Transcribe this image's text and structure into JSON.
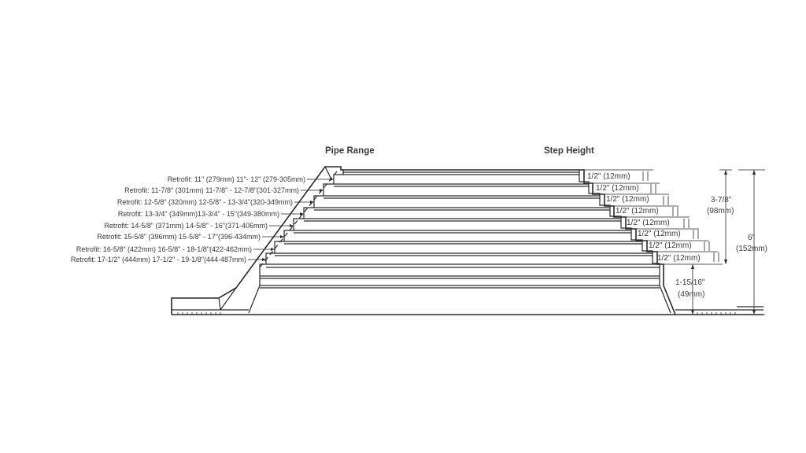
{
  "headers": {
    "pipe_range": "Pipe Range",
    "step_height": "Step Height"
  },
  "rows": [
    {
      "label": "Retrofit: 11\" (279mm)  11\"- 12\" (279-305mm)",
      "step": "1/2\" (12mm)"
    },
    {
      "label": "Retrofit: 11-7/8\" (301mm)  11-7/8\" - 12-7/8\"(301-327mm)",
      "step": "1/2\" (12mm)"
    },
    {
      "label": "Retrofit: 12-5/8\" (320mm)  12-5/8\" - 13-3/4\"(320-349mm)",
      "step": "1/2\" (12mm)"
    },
    {
      "label": "Retrofit: 13-3/4\" (349mm)13-3/4\" - 15\"(349-380mm)",
      "step": "1/2\" (12mm)"
    },
    {
      "label": "Retrofit: 14-5/8\" (371mm)  14-5/8\" - 16\"(371-406mm)",
      "step": "1/2\" (12mm)"
    },
    {
      "label": "Retrofit: 15-5/8\" (396mm) 15-5/8\" - 17\"(396-434mm)",
      "step": "1/2\" (12mm)"
    },
    {
      "label": "Retrofit: 16-5/8\" (422mm)  16-5/8\" - 18-1/8\"(422-462mm)",
      "step": "1/2\" (12mm)"
    },
    {
      "label": "Retrofit: 17-1/2\" (444mm) 17-1/2\" - 19-1/8\"(444-487mm)",
      "step": "1/2\" (12mm)"
    }
  ],
  "dimensions": {
    "steps_total_in": "3-7/8\"",
    "steps_total_mm": "(98mm)",
    "overall_in": "6\"",
    "overall_mm": "(152mm)",
    "base_in": "1-15/16\"",
    "base_mm": "(49mm)"
  }
}
